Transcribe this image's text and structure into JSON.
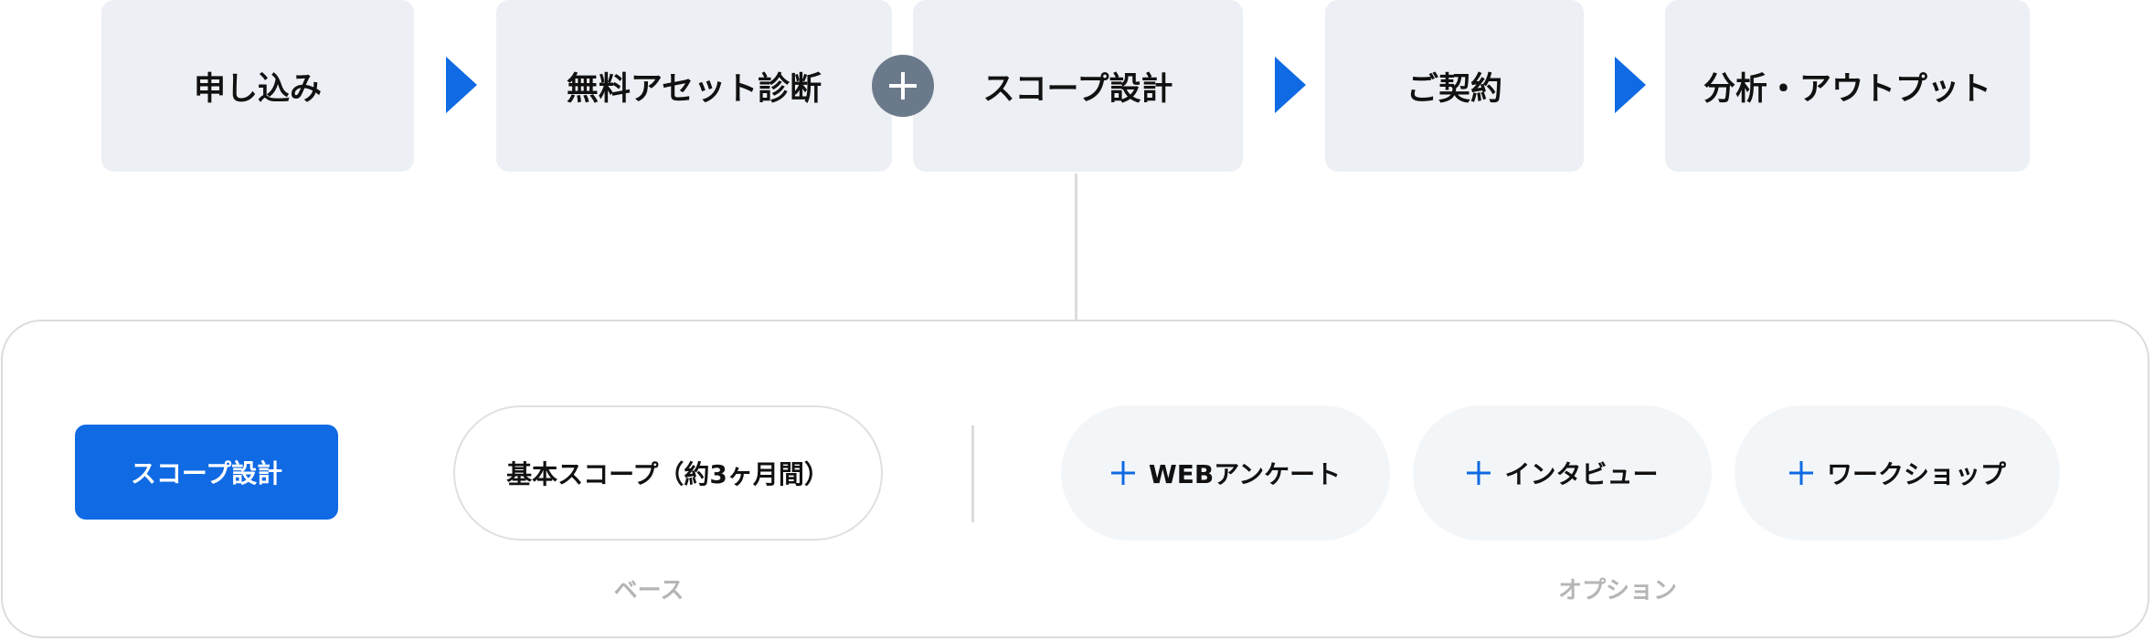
{
  "flow": {
    "steps": [
      {
        "label": "申し込み"
      },
      {
        "label": "無料アセット診断"
      },
      {
        "label": "スコープ設計"
      },
      {
        "label": "ご契約"
      },
      {
        "label": "分析・アウトプット"
      }
    ]
  },
  "detail": {
    "scope_button": "スコープ設計",
    "base_pill": "基本スコープ（約3ヶ月間）",
    "options": [
      {
        "label": "WEBアンケート"
      },
      {
        "label": "インタビュー"
      },
      {
        "label": "ワークショップ"
      }
    ],
    "base_caption": "ベース",
    "options_caption": "オプション"
  },
  "colors": {
    "accent": "#0f6ae3",
    "step_bg": "#eceff3",
    "plus_circle": "#6b7a8b",
    "option_bg": "#f3f6f9",
    "caption": "#b5b5b5"
  },
  "icons": {
    "arrow": "arrow-right-icon",
    "join": "plus-circle-icon",
    "option": "plus-icon"
  }
}
